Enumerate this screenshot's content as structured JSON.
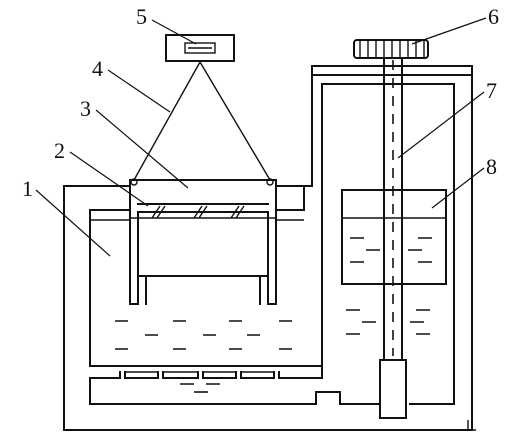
{
  "labels": {
    "l1": "1",
    "l2": "2",
    "l3": "3",
    "l4": "4",
    "l5": "5",
    "l6": "6",
    "l7": "7",
    "l8": "8"
  }
}
